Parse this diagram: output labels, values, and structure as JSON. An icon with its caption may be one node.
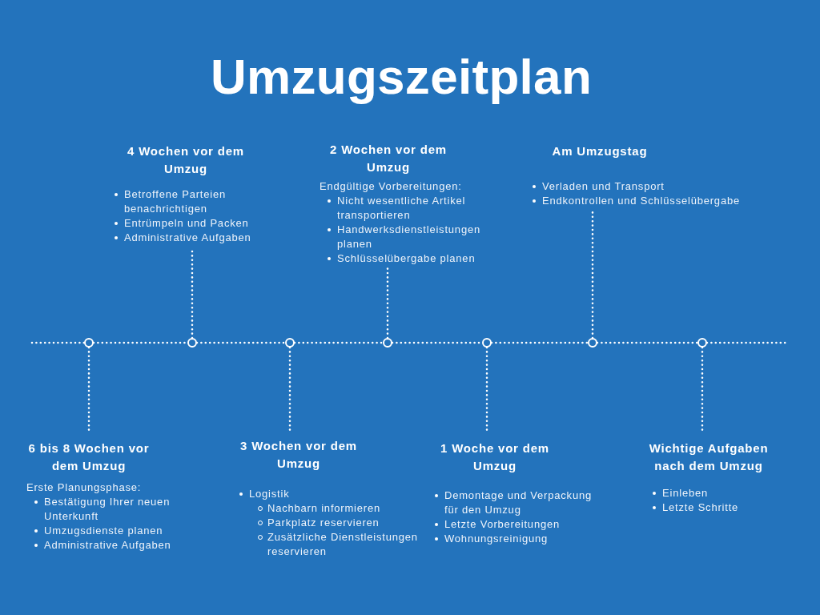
{
  "diagram": {
    "title": "Umzugszeitplan",
    "nodes": [
      {
        "text": [
          "4 Wochen vor dem Umzug",
          "Betroffene Parteien benachrichtigen",
          "Entrümpeln und Packen",
          "Administrative Aufgaben"
        ]
      },
      {
        "text": [
          "2 Wochen vor dem Umzug",
          "Endgültige Vorbereitungen:",
          "Nicht wesentliche Artikel transportieren",
          "Handwerksdienstleistungen planen",
          "Schlüsselübergabe planen"
        ]
      },
      {
        "text": [
          "Am Umzugstag",
          "Verladen und Transport",
          "Endkontrollen und Schlüsselübergabe"
        ]
      },
      {
        "text": [],
        "shape": "circle"
      },
      {
        "text": [],
        "shape": "circle"
      },
      {
        "text": [],
        "shape": "circle"
      },
      {
        "text": [],
        "shape": "circle"
      },
      {
        "text": [],
        "shape": "circle"
      },
      {
        "text": [],
        "shape": "circle"
      },
      {
        "text": [],
        "shape": "circle"
      },
      {
        "text": [
          "6 bis 8 Wochen vor dem Umzug",
          "Erste Planungsphase:",
          "Bestätigung Ihrer neuen Unterkunft",
          "Umzugsdienste planen",
          "Administrative Aufgaben"
        ]
      },
      {
        "text": [
          "3 Wochen vor dem Umzug",
          "Logistik",
          "Nachbarn informieren",
          "Parkplatz reservieren",
          "Zusätzliche Dienstleistungen reservieren"
        ]
      },
      {
        "text": [
          "1 Woche vor dem Umzug",
          "Demontage und Verpackung für den Umzug",
          "Letzte Vorbereitungen",
          "Wohnungsreinigung"
        ]
      },
      {
        "text": [
          "Wichtige Aufgaben nach dem Umzug",
          "Einleben",
          "Letzte Schritte"
        ]
      }
    ],
    "edges": [
      {
        "from": null,
        "to": 3,
        "arrow": "none",
        "style": "dashed"
      },
      {
        "from": 3,
        "to": 4,
        "arrow": "none",
        "style": "dashed"
      },
      {
        "from": 4,
        "to": 5,
        "arrow": "none",
        "style": "dashed"
      },
      {
        "from": 5,
        "to": 6,
        "arrow": "none",
        "style": "dashed"
      },
      {
        "from": 6,
        "to": 7,
        "arrow": "none",
        "style": "dashed"
      },
      {
        "from": 7,
        "to": 8,
        "arrow": "none",
        "style": "dashed"
      },
      {
        "from": 8,
        "to": 9,
        "arrow": "none",
        "style": "dashed"
      },
      {
        "from": 9,
        "to": null,
        "arrow": "none",
        "style": "dashed"
      },
      {
        "from": 3,
        "to": 10,
        "arrow": "none",
        "style": "dashed"
      },
      {
        "from": 4,
        "to": 0,
        "arrow": "none",
        "style": "dashed"
      },
      {
        "from": 5,
        "to": 11,
        "arrow": "none",
        "style": "dashed"
      },
      {
        "from": 6,
        "to": 1,
        "arrow": "none",
        "style": "dashed"
      },
      {
        "from": 7,
        "to": 12,
        "arrow": "none",
        "style": "dashed"
      },
      {
        "from": 8,
        "to": 2,
        "arrow": "none",
        "style": "dashed"
      },
      {
        "from": 9,
        "to": 13,
        "arrow": "none",
        "style": "dashed"
      }
    ]
  }
}
